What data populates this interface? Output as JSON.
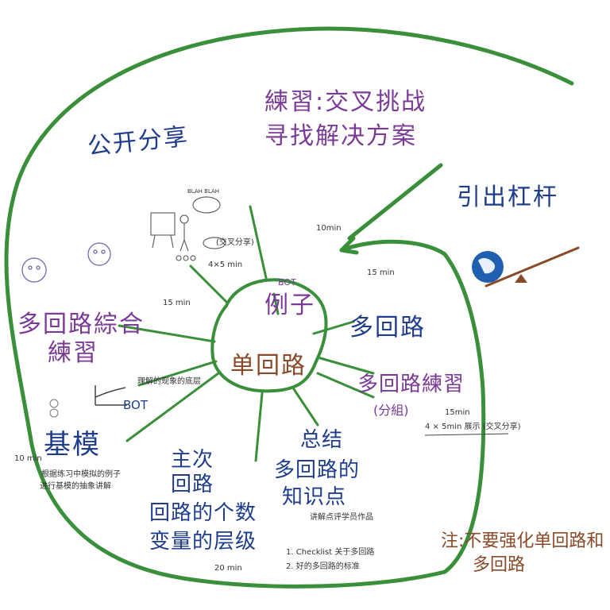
{
  "center": {
    "label": "单回路"
  },
  "colors": {
    "border": "#3a8f3a",
    "navy": "#1f3d8c",
    "purple": "#7b3a96",
    "brown": "#8a4a2a"
  },
  "nodes": {
    "practice_line1": "練習:交叉挑战",
    "practice_line2": "寻找解决方案",
    "public_share": "公开分享",
    "lever": "引出杠杆",
    "example_tag": "BOT",
    "example": "例子",
    "multi_loop": "多回路",
    "multi_practice": "多回路練習",
    "grouping": "(分組)",
    "summary_line1": "总结",
    "summary_line2": "多回路的",
    "summary_line3": "知识点",
    "summary_note": "讲解点评学员作品",
    "mainline_line1": "主次",
    "mainline_line2": "回路",
    "bullet_line1": "回路的个数",
    "bullet_line2": "变量的层级",
    "modeling": "基模",
    "modeling_note_line1": "根据练习中模拟的例子",
    "modeling_note_line2": "进行基模的抽象讲解",
    "combined_line1": "多回路綜合",
    "combined_line2": "練習",
    "bot_note": "理解的现象的底层",
    "bot_label": "BOT",
    "checklist_line1": "1. Checklist 关于多回路",
    "checklist_line2": "2. 好的多回路的标准",
    "note": "注:不要强化单回路和",
    "note2": "多回路",
    "share_note": "(交叉分享)",
    "share_time": "4×5 min",
    "share_note2": "4 × 5min 展示 (交叉分享)",
    "bubble_text": "BLAH BLAH"
  },
  "times": {
    "t10a": "10min",
    "t15a": "15 min",
    "t15b": "15 min",
    "t15c": "15min",
    "t10b": "10 min",
    "t20": "20 min"
  }
}
